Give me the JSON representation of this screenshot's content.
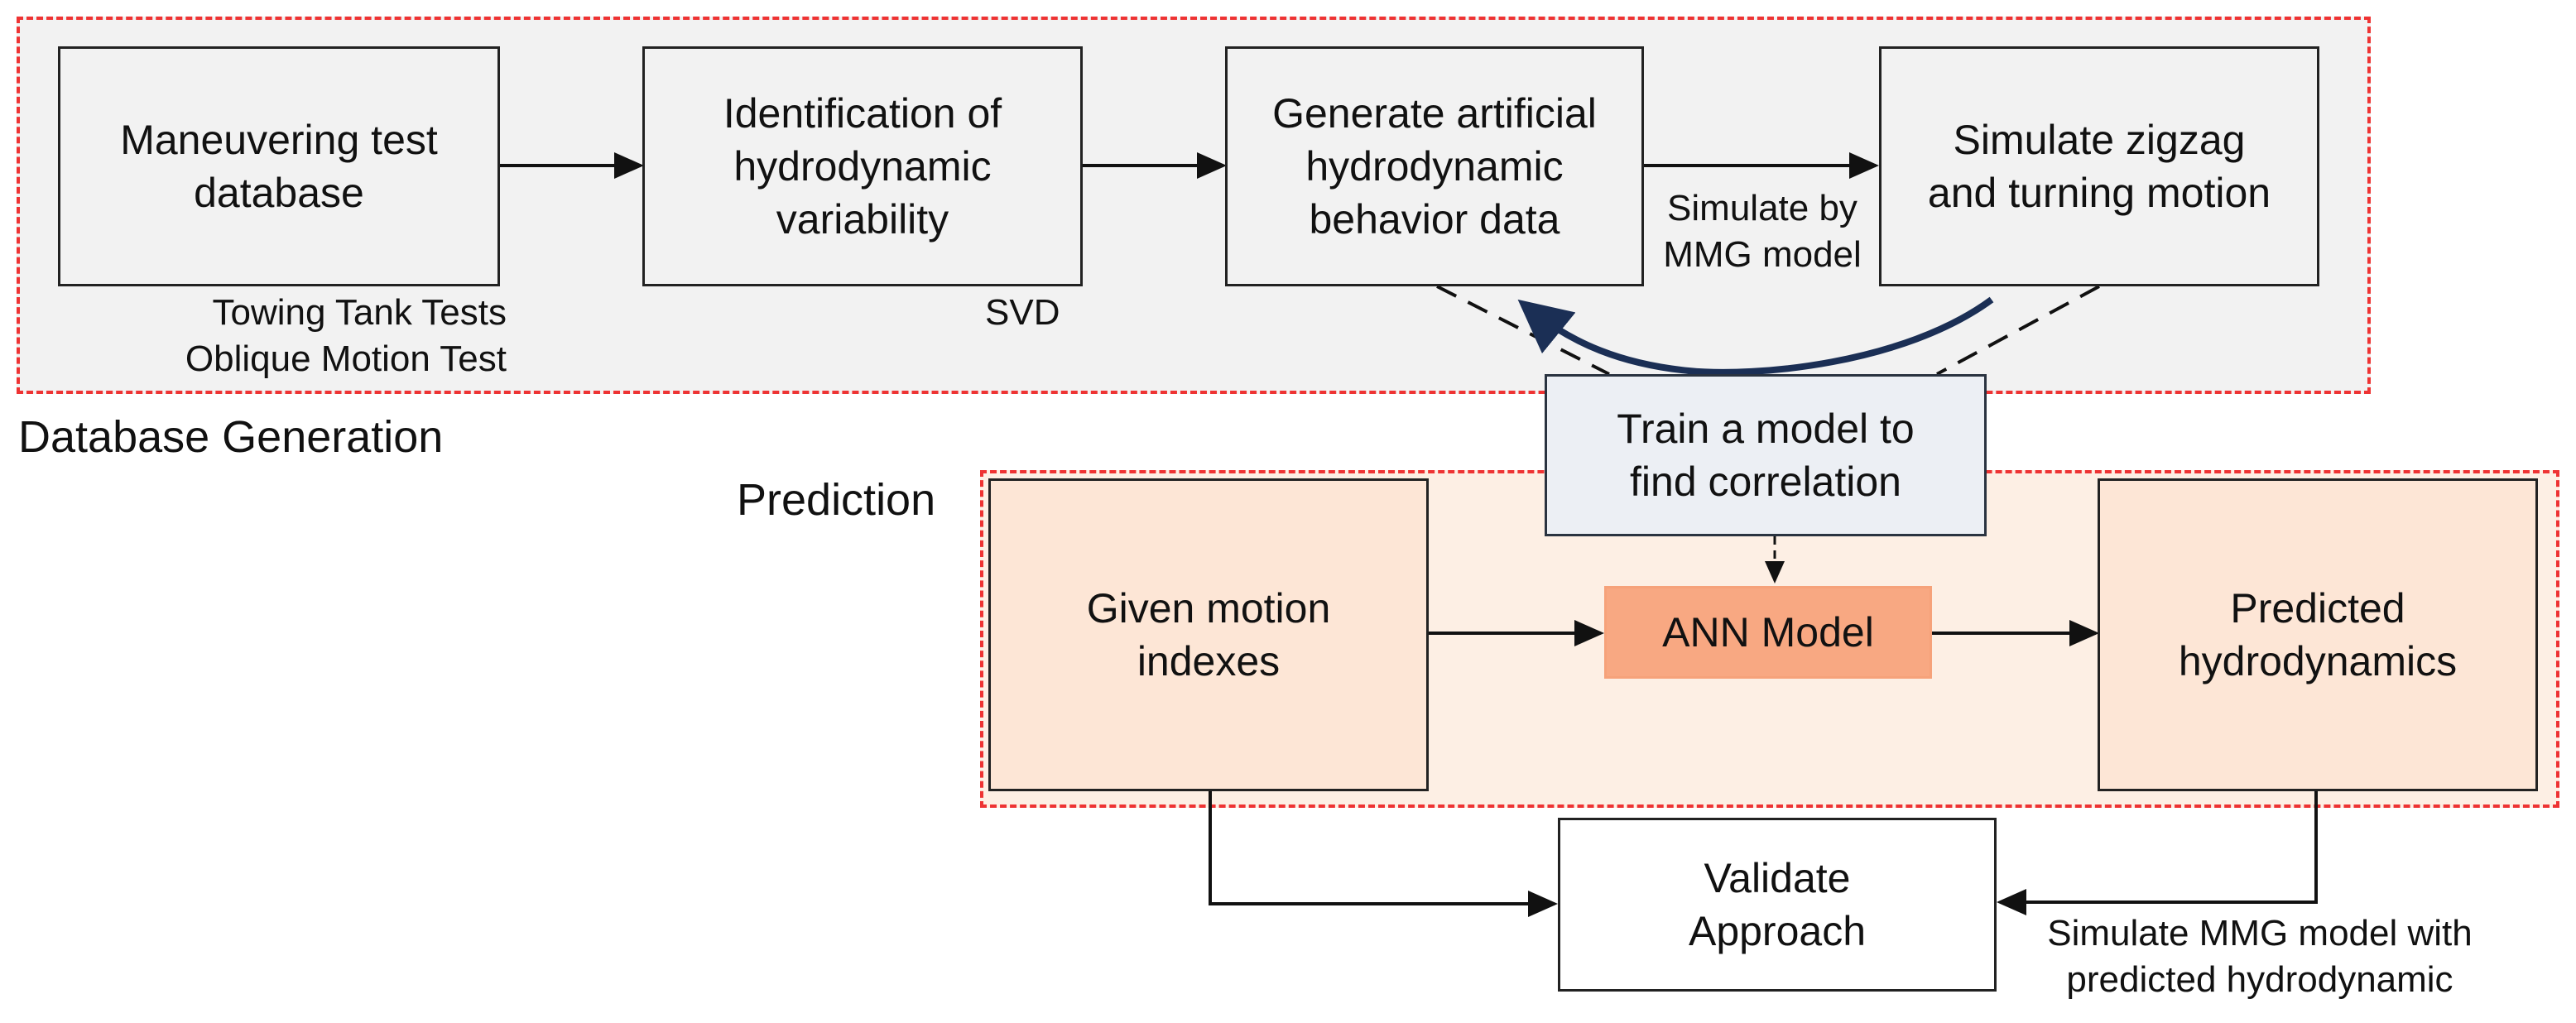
{
  "regions": {
    "database_generation": "Database Generation",
    "prediction": "Prediction"
  },
  "nodes": {
    "maneuvering_db": "Maneuvering test\ndatabase",
    "identification": "Identification of\nhydrodynamic\nvariability",
    "generate_artificial": "Generate artificial\nhydrodynamic\nbehavior data",
    "simulate_zigzag": "Simulate zigzag\nand turning motion",
    "train_model": "Train a model to\nfind correlation",
    "given_motion": "Given motion\nindexes",
    "ann_model": "ANN Model",
    "predicted_hydro": "Predicted\nhydrodynamics",
    "validate": "Validate\nApproach"
  },
  "edge_labels": {
    "towing": "Towing Tank Tests\nOblique Motion Test",
    "svd": "SVD",
    "simulate_by_mmg": "Simulate by\nMMG model",
    "simulate_mmg_predicted": "Simulate MMG model with\npredicted hydrodynamic"
  },
  "colors": {
    "region_border": "#ee3333",
    "gen_region_fill": "#f2f2f2",
    "pred_region_fill": "#fdefe4",
    "peach_box": "#fde6d6",
    "ann_box": "#f8a882",
    "train_box": "#eceff4",
    "curved_arrow": "#1b2f55"
  }
}
